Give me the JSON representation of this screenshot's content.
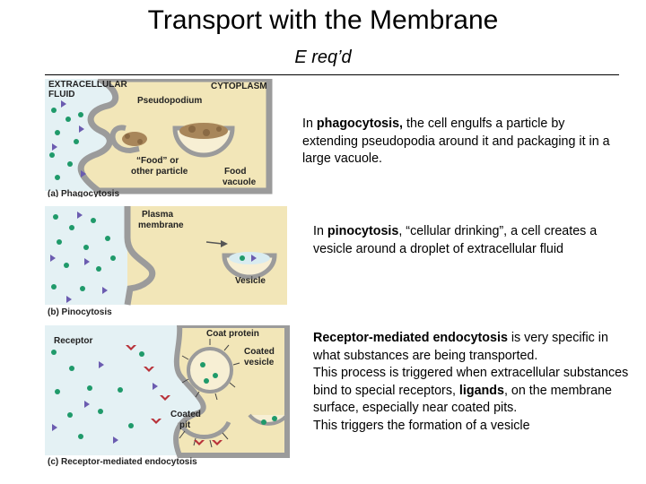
{
  "slide": {
    "title": "Transport with the Membrane",
    "subtitle": "E req’d"
  },
  "phagocytosis": {
    "labels": {
      "extracellular": "EXTRACELLULAR",
      "fluid": "FLUID",
      "cytoplasm": "CYTOPLASM",
      "pseudopodium": "Pseudopodium",
      "food_or": "“Food” or",
      "other_particle": "other particle",
      "food": "Food",
      "vacuole": "vacuole",
      "caption": "(a) Phagocytosis"
    },
    "text_pre": "In ",
    "text_term": "phagocytosis,",
    "text_post": " the cell engulfs a particle by extending pseudopodia around it and packaging it in a large vacuole."
  },
  "pinocytosis": {
    "labels": {
      "plasma": "Plasma",
      "membrane": "membrane",
      "vesicle": "Vesicle",
      "caption": "(b) Pinocytosis"
    },
    "text_pre": "In ",
    "text_term": "pinocytosis",
    "text_post": ", “cellular drinking”, a cell creates a vesicle around a droplet of extracellular fluid"
  },
  "receptor": {
    "labels": {
      "receptor": "Receptor",
      "coat_protein": "Coat protein",
      "coated": "Coated",
      "vesicle": "vesicle",
      "coated2": "Coated",
      "pit": "pit",
      "caption": "(c) Receptor-mediated endocytosis"
    },
    "text_term": "Receptor-mediated endocytosis",
    "text_post1": " is very specific in what substances are being transported.",
    "text_line2_pre": "This process is triggered when extracellular substances bind to special receptors, ",
    "text_line2_term": "ligands",
    "text_line2_post": ", on the membrane surface, especially near coated pits.",
    "text_line3": "This triggers the formation of a vesicle"
  },
  "colors": {
    "cytoplasm": "#f2e6b8",
    "fluid": "#e4f1f4",
    "membrane": "#9b9b9b",
    "particle_green": "#1f9a6a",
    "particle_purple": "#6b5cb0",
    "food": "#a8865a",
    "receptor_red": "#b8323a"
  }
}
